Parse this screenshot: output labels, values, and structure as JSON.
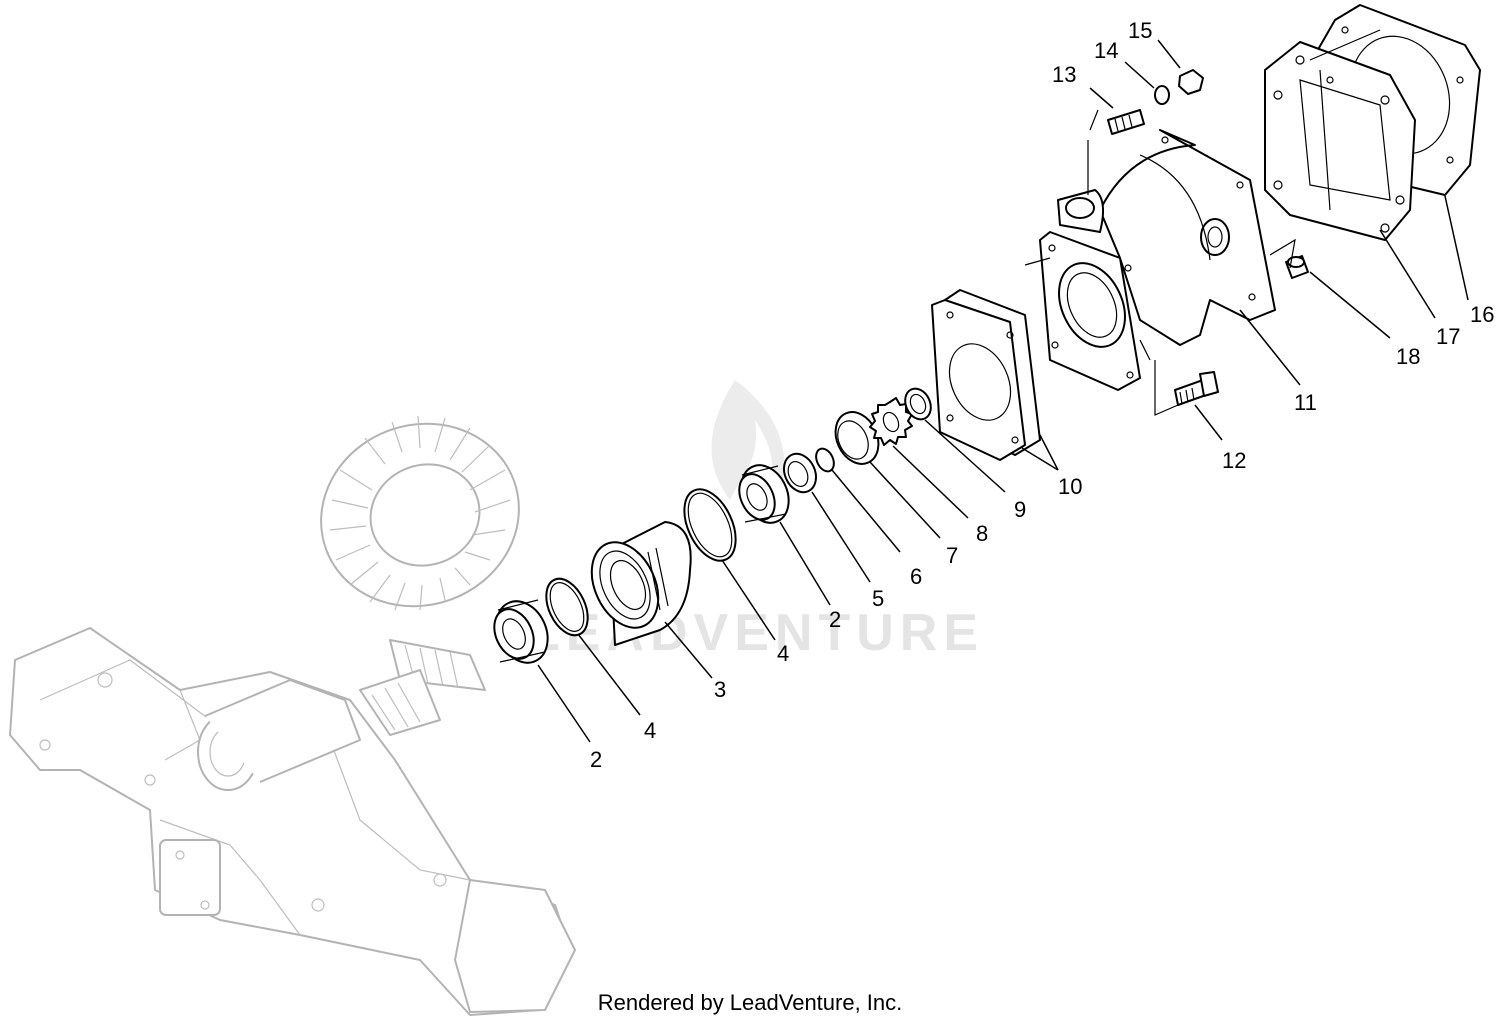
{
  "diagram": {
    "watermark": "LEADVENTURE",
    "footer": "Rendered by LeadVenture, Inc.",
    "callouts": [
      {
        "id": "c2a",
        "label": "2"
      },
      {
        "id": "c4a",
        "label": "4"
      },
      {
        "id": "c3",
        "label": "3"
      },
      {
        "id": "c4b",
        "label": "4"
      },
      {
        "id": "c2b",
        "label": "2"
      },
      {
        "id": "c5",
        "label": "5"
      },
      {
        "id": "c6",
        "label": "6"
      },
      {
        "id": "c7",
        "label": "7"
      },
      {
        "id": "c8",
        "label": "8"
      },
      {
        "id": "c9",
        "label": "9"
      },
      {
        "id": "c10",
        "label": "10"
      },
      {
        "id": "c11",
        "label": "11"
      },
      {
        "id": "c12",
        "label": "12"
      },
      {
        "id": "c13",
        "label": "13"
      },
      {
        "id": "c14",
        "label": "14"
      },
      {
        "id": "c15",
        "label": "15"
      },
      {
        "id": "c16",
        "label": "16"
      },
      {
        "id": "c17",
        "label": "17"
      },
      {
        "id": "c18",
        "label": "18"
      }
    ]
  }
}
